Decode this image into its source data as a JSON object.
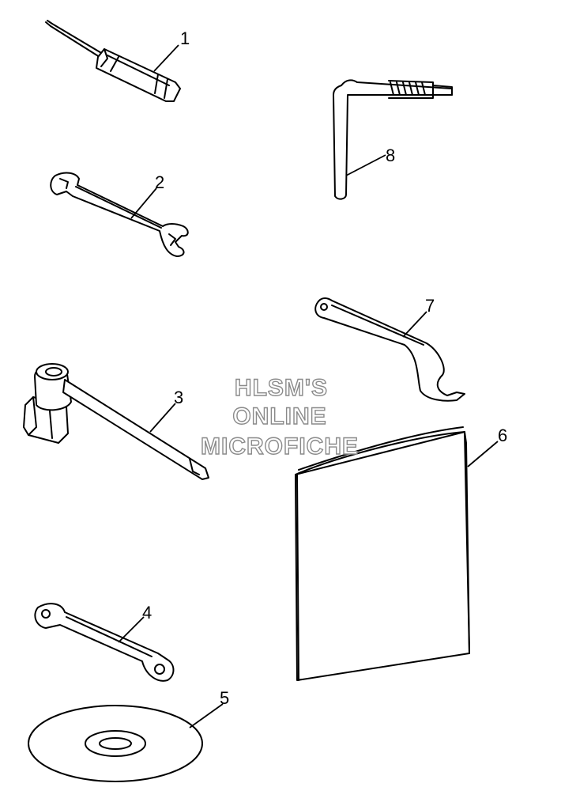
{
  "callouts": [
    "1",
    "2",
    "3",
    "4",
    "5",
    "6",
    "7",
    "8"
  ],
  "watermark": {
    "line1": "HLSM'S",
    "line2": "ONLINE",
    "line3": "MICROFICHE"
  },
  "parts": [
    {
      "callout": "1",
      "icon": "screwdriver-icon"
    },
    {
      "callout": "2",
      "icon": "open-end-wrench-icon"
    },
    {
      "callout": "3",
      "icon": "spark-plug-wrench-icon"
    },
    {
      "callout": "4",
      "icon": "box-wrench-icon"
    },
    {
      "callout": "5",
      "icon": "disc-icon"
    },
    {
      "callout": "6",
      "icon": "owners-manual-icon"
    },
    {
      "callout": "7",
      "icon": "spanner-wrench-icon"
    },
    {
      "callout": "8",
      "icon": "hex-key-icon"
    }
  ]
}
